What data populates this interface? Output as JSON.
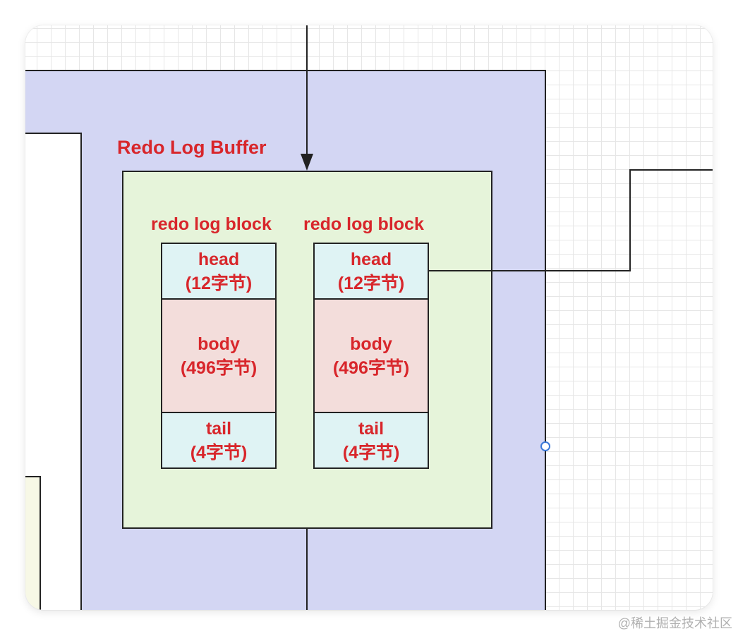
{
  "diagram": {
    "buffer_title": "Redo Log Buffer",
    "blocks": [
      {
        "label": "redo log block",
        "head": {
          "name": "head",
          "size": "(12字节)"
        },
        "body": {
          "name": "body",
          "size": "(496字节)"
        },
        "tail": {
          "name": "tail",
          "size": "(4字节)"
        }
      },
      {
        "label": "redo log block",
        "head": {
          "name": "head",
          "size": "(12字节)"
        },
        "body": {
          "name": "body",
          "size": "(496字节)"
        },
        "tail": {
          "name": "tail",
          "size": "(4字节)"
        }
      }
    ]
  },
  "watermark": "@稀土掘金技术社区",
  "colors": {
    "outer_container": "#d3d6f3",
    "buffer_fill": "#e6f4da",
    "head_tail_fill": "#dff3f4",
    "body_fill": "#f3dddb",
    "label_text": "#d8262b",
    "handle_stroke": "#3a78d8"
  }
}
